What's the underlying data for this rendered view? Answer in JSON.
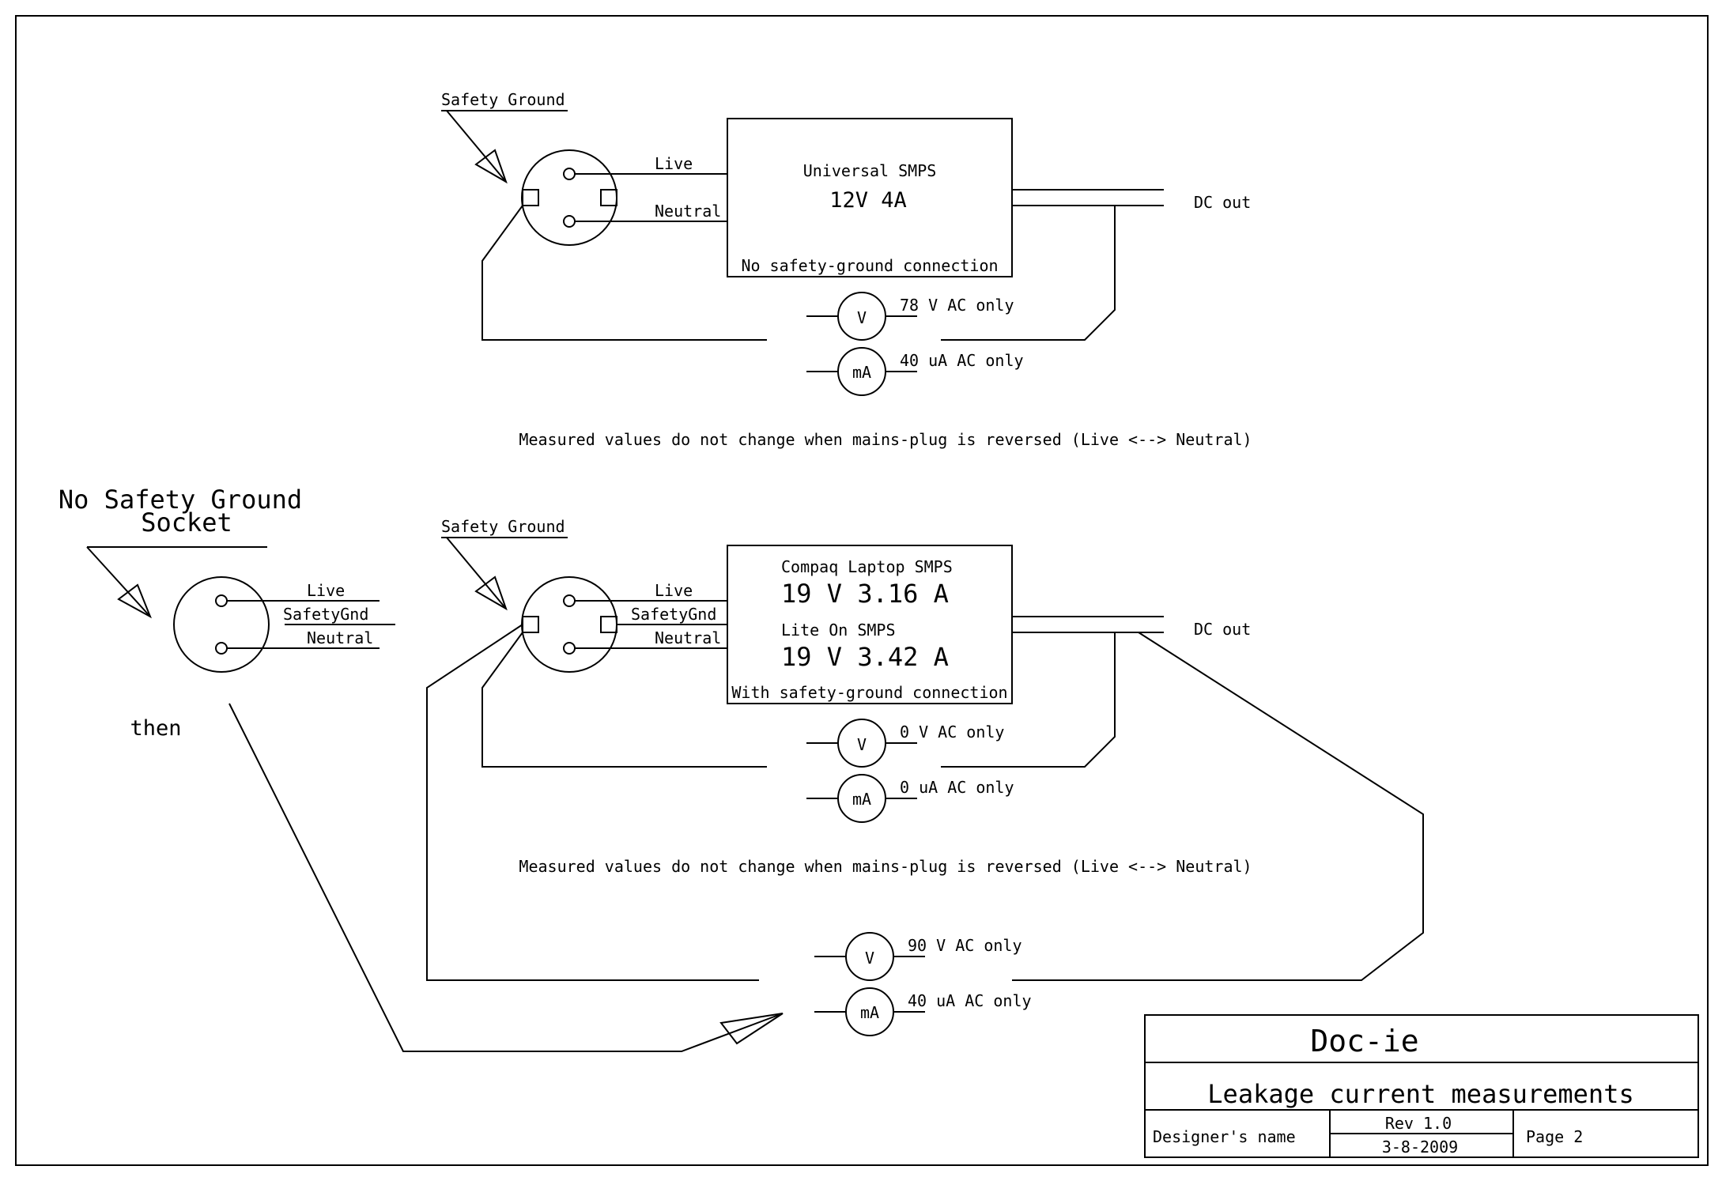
{
  "top": {
    "safety_ground_label": "Safety Ground",
    "live_label": "Live",
    "neutral_label": "Neutral",
    "psu_title": "Universal SMPS",
    "psu_rating": "12V 4A",
    "psu_note": "No safety-ground connection",
    "dc_out": "DC out",
    "voltmeter_symbol": "V",
    "ammeter_symbol": "mA",
    "voltage_reading": "78 V AC only",
    "current_reading": "40 uA AC only",
    "note": "Measured values do not change when mains-plug is reversed (Live <--> Neutral)"
  },
  "left": {
    "title_line1": "No Safety Ground",
    "title_line2": "Socket",
    "live_label": "Live",
    "safetygnd_label": "SafetyGnd",
    "neutral_label": "Neutral",
    "then_label": "then"
  },
  "bottom": {
    "safety_ground_label": "Safety Ground",
    "live_label": "Live",
    "safetygnd_label": "SafetyGnd",
    "neutral_label": "Neutral",
    "psu1_title": "Compaq Laptop  SMPS",
    "psu1_rating": "19 V 3.16 A",
    "psu2_title": "Lite On  SMPS",
    "psu2_rating": "19 V 3.42 A",
    "psu_note": "With safety-ground connection",
    "dc_out": "DC out",
    "voltmeter_symbol": "V",
    "ammeter_symbol": "mA",
    "voltage_reading": "0 V AC only",
    "current_reading": "0 uA AC only",
    "note": "Measured values do not change when mains-plug is reversed (Live <--> Neutral)"
  },
  "lower": {
    "voltmeter_symbol": "V",
    "ammeter_symbol": "mA",
    "voltage_reading": "90 V AC only",
    "current_reading": "40 uA AC only"
  },
  "title_block": {
    "company": "Doc-ie",
    "title": "Leakage current measurements",
    "designer": "Designer's name",
    "revision": "Rev 1.0",
    "date": "3-8-2009",
    "page": "Page 2"
  }
}
